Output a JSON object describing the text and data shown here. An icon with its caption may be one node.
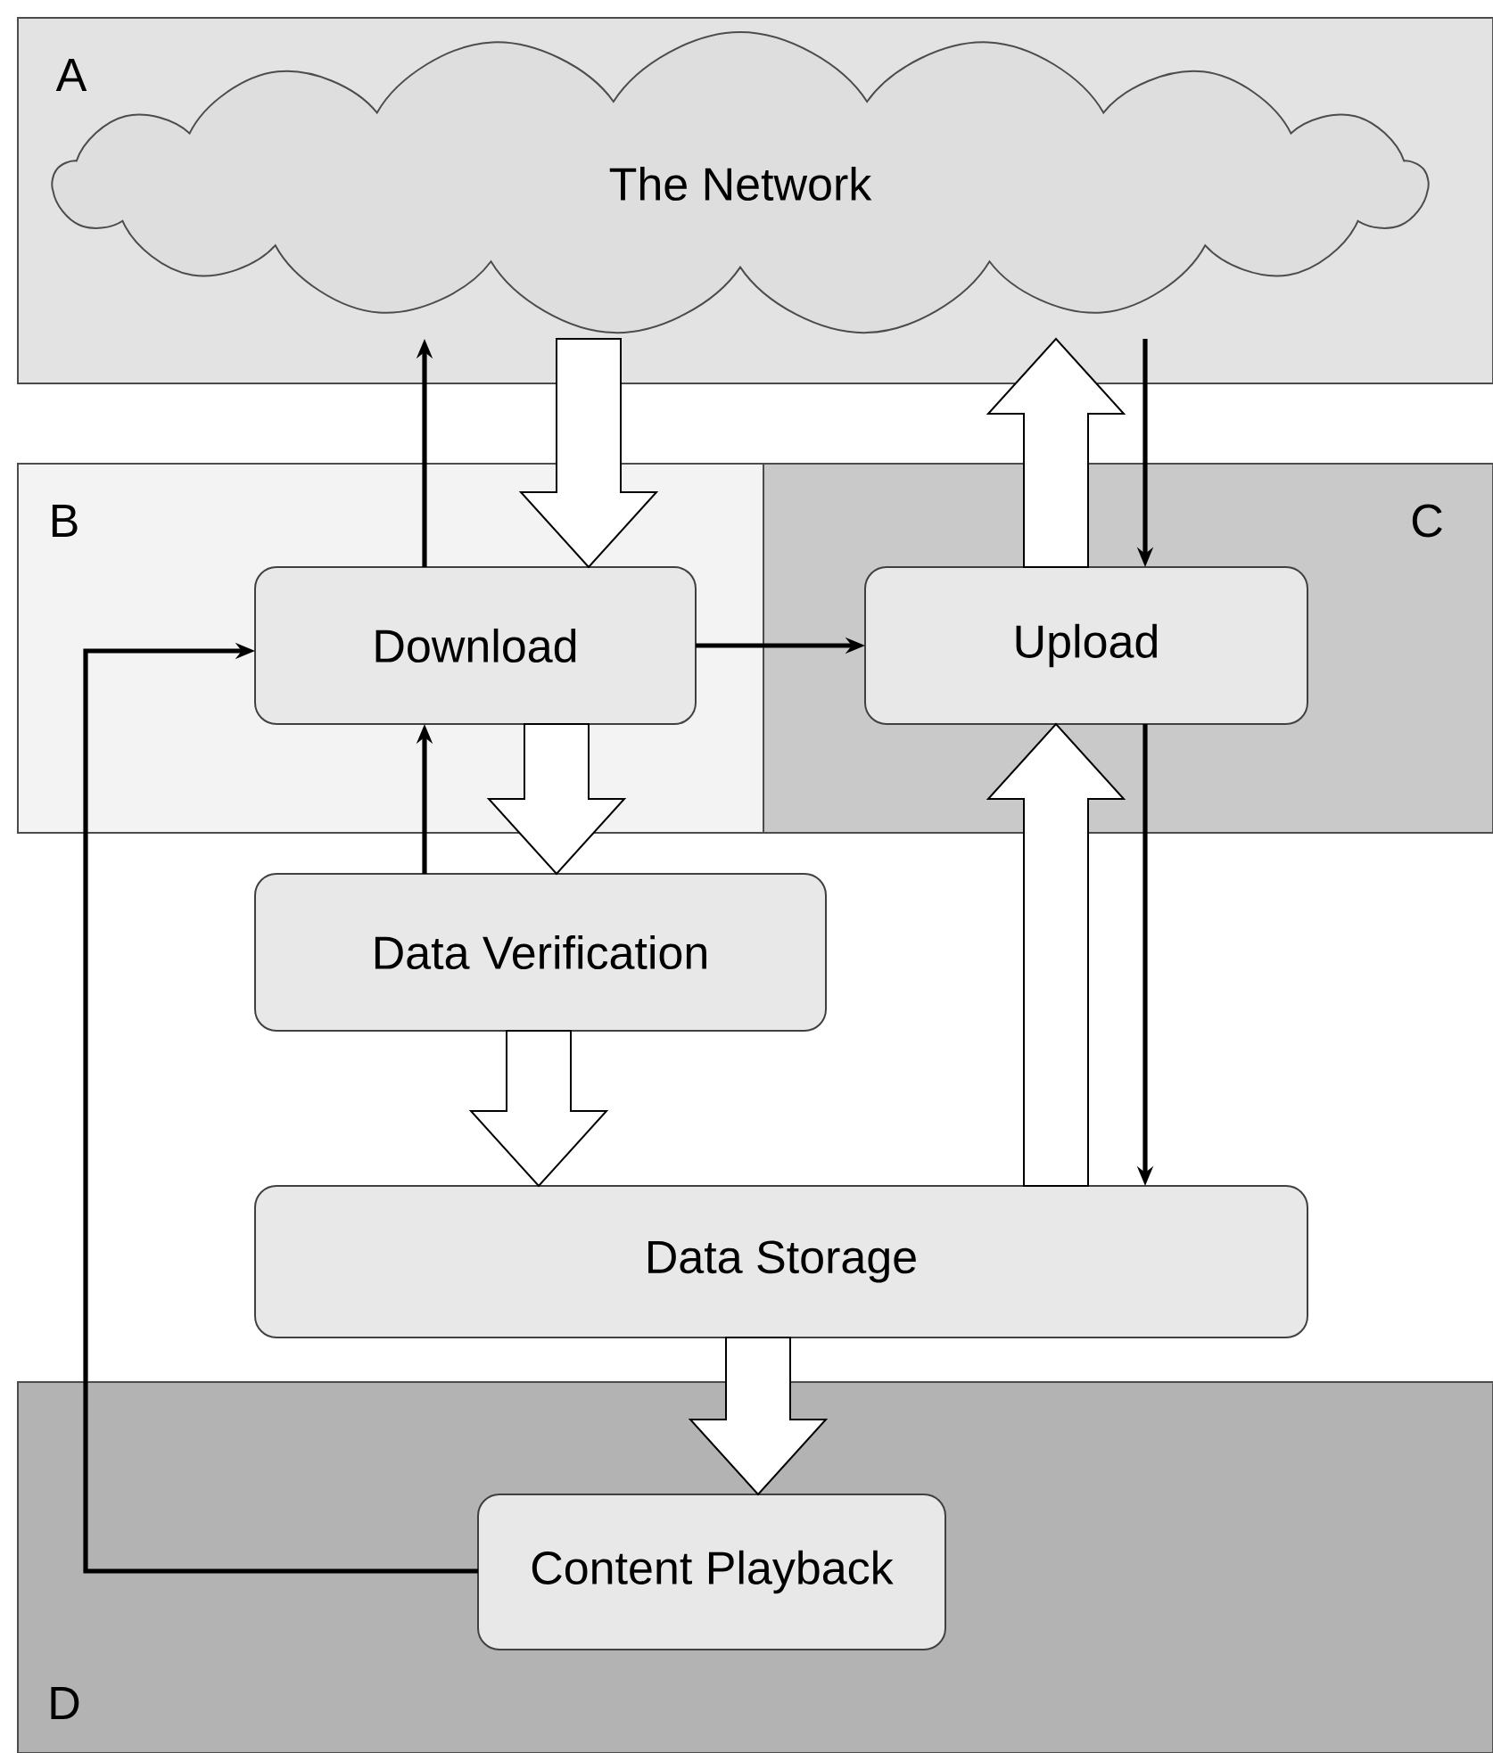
{
  "diagram": {
    "nodes": [
      {
        "text": [
          "A"
        ]
      },
      {
        "text": [
          "The Network"
        ],
        "in": 0
      },
      {
        "text": [
          "B"
        ]
      },
      {
        "text": [
          "Download"
        ],
        "in": 2
      },
      {
        "text": [
          "C"
        ]
      },
      {
        "text": [
          "Upload"
        ],
        "in": 4
      },
      {
        "text": [
          "Data Verification"
        ]
      },
      {
        "text": [
          "Data Storage"
        ]
      },
      {
        "text": [
          "D"
        ]
      },
      {
        "text": [
          "Content Playback"
        ],
        "in": 8
      }
    ],
    "edges": [
      {
        "from": 3,
        "to": 1,
        "arrow": "to"
      },
      {
        "from": 1,
        "to": 3,
        "arrow": "to",
        "style": "thick"
      },
      {
        "from": 5,
        "to": 1,
        "arrow": "to",
        "style": "thick"
      },
      {
        "from": 1,
        "to": 5,
        "arrow": "to"
      },
      {
        "from": 3,
        "to": 5,
        "arrow": "to"
      },
      {
        "from": 3,
        "to": 6,
        "arrow": "to",
        "style": "thick"
      },
      {
        "from": 6,
        "to": 3,
        "arrow": "to"
      },
      {
        "from": 7,
        "to": 5,
        "arrow": "to",
        "style": "thick"
      },
      {
        "from": 5,
        "to": 7,
        "arrow": "to"
      },
      {
        "from": 6,
        "to": 7,
        "arrow": "to",
        "style": "thick"
      },
      {
        "from": 7,
        "to": 9,
        "arrow": "to",
        "style": "thick"
      },
      {
        "from": 9,
        "to": 3,
        "arrow": "to"
      }
    ]
  }
}
